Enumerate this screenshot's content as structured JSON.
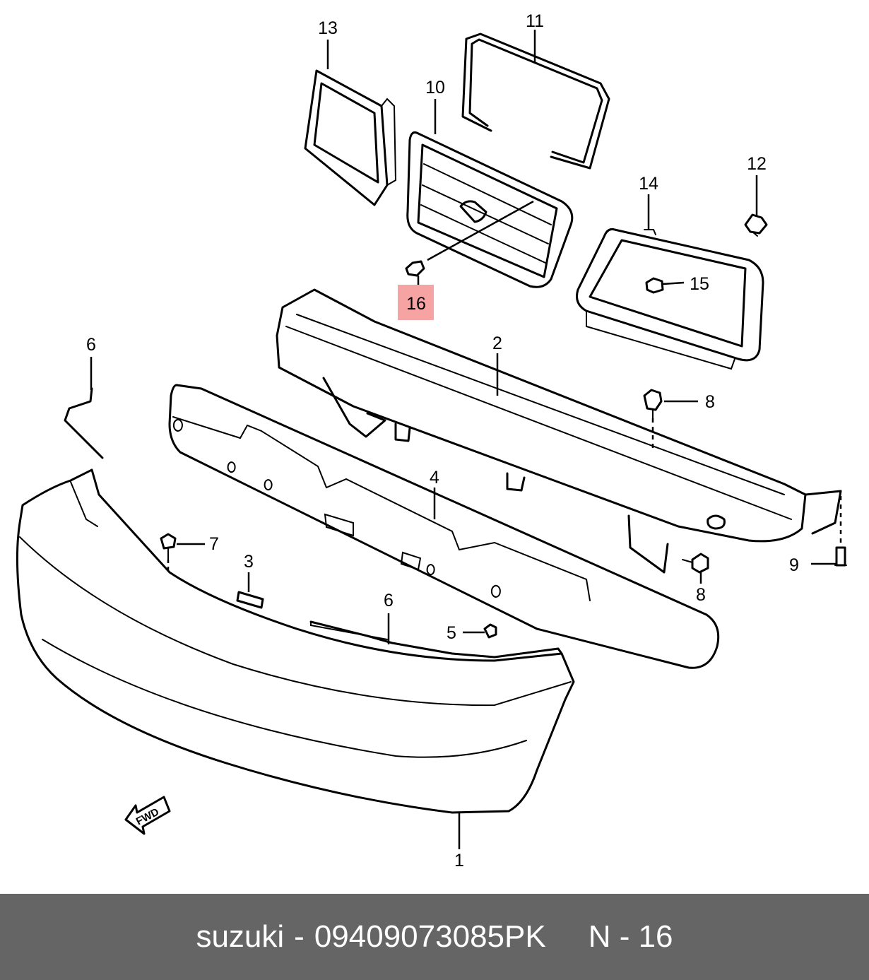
{
  "diagram": {
    "callouts": [
      {
        "id": "c1",
        "label": "1"
      },
      {
        "id": "c2",
        "label": "2"
      },
      {
        "id": "c3",
        "label": "3"
      },
      {
        "id": "c4",
        "label": "4"
      },
      {
        "id": "c5",
        "label": "5"
      },
      {
        "id": "c6a",
        "label": "6"
      },
      {
        "id": "c6b",
        "label": "6"
      },
      {
        "id": "c7",
        "label": "7"
      },
      {
        "id": "c8a",
        "label": "8"
      },
      {
        "id": "c8b",
        "label": "8"
      },
      {
        "id": "c9",
        "label": "9"
      },
      {
        "id": "c10",
        "label": "10"
      },
      {
        "id": "c11",
        "label": "11"
      },
      {
        "id": "c12",
        "label": "12"
      },
      {
        "id": "c13",
        "label": "13"
      },
      {
        "id": "c14",
        "label": "14"
      },
      {
        "id": "c15",
        "label": "15"
      },
      {
        "id": "c16",
        "label": "16",
        "highlighted": true
      }
    ],
    "fwd_label": "FWD",
    "highlight_color": "#f6a3a3"
  },
  "footer": {
    "brand": "suzuki",
    "separator": "-",
    "part_number": "09409073085PK",
    "reference": "N - 16",
    "background": "#656565",
    "text_color": "#ffffff"
  }
}
